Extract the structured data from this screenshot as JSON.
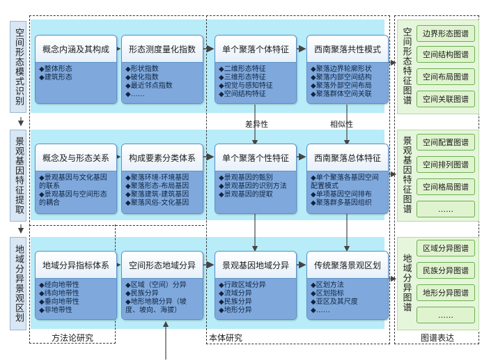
{
  "left_labels": [
    "空间形态模式识别",
    "景观基因特征提取",
    "地域分异景观区划"
  ],
  "cards": {
    "r1c1": {
      "title": "概念内涵及其构成",
      "items": [
        "整体形态",
        "建筑形态"
      ]
    },
    "r1c2": {
      "title": "形态测度量化指数",
      "items": [
        "形状指数",
        "破化指数",
        "最近邻点指数",
        "……"
      ]
    },
    "r1c3": {
      "title": "单个聚落个体特征",
      "items": [
        "二维形态特征",
        "三维形态特征",
        "视觉与感知特征",
        "空间结构特征"
      ]
    },
    "r1c4": {
      "title": "西南聚落共性模式",
      "items": [
        "聚落边界轮廓形状",
        "聚落内部空间结构",
        "聚落外部空间布局",
        "聚落群体空间关联"
      ]
    },
    "r2c1": {
      "title": "概念及与形态关系",
      "items": [
        "景观基因与文化基因的联系",
        "景观基因与空间形态的耦合"
      ]
    },
    "r2c2": {
      "title": "构成要素分类体系",
      "items": [
        "聚落环境-环境基因",
        "聚落形态-布局基因",
        "聚落建筑-建筑基因",
        "聚落风俗-文化基因"
      ]
    },
    "r2c3": {
      "title": "单个聚落个性特征",
      "items": [
        "景观基因的甄别",
        "景观基因的识别方法",
        "景观基因的提取"
      ]
    },
    "r2c4": {
      "title": "西南聚落总体特征",
      "items": [
        "单个聚落各基因空间配置模式",
        "单项基因空间排布",
        "聚落群多基因组织"
      ]
    },
    "r3c1": {
      "title": "地域分异指标体系",
      "items": [
        "经向地带性",
        "纬向地带性",
        "垂向地带性",
        "非地带性"
      ]
    },
    "r3c2": {
      "title": "空间形态地域分异",
      "items": [
        "区域（空间）分异",
        "民族分异",
        "地形地貌分异（坡度、坡向、海拔）"
      ]
    },
    "r3c3": {
      "title": "景观基因地域分异",
      "items": [
        "行政区域分异",
        "流域分异",
        "民族分异",
        "地形分异"
      ]
    },
    "r3c4": {
      "title": "传统聚落景观区划",
      "items": [
        "区划方法",
        "区划指标",
        "亚区及其尺度",
        "……"
      ]
    }
  },
  "mid_labels": {
    "diff": "差异性",
    "sim": "相似性"
  },
  "bottom_labels": {
    "method": "方法论研究",
    "ontology": "本体研究",
    "atlas": "图谱表达"
  },
  "right_groups": [
    {
      "side": "空间形态特征图谱",
      "items": [
        "边界形态图谱",
        "空间结构图谱",
        "空间布局图谱",
        "空间关联图谱"
      ]
    },
    {
      "side": "景观基因特征图谱",
      "items": [
        "空间配置图谱",
        "空间排列图谱",
        "空间格局图谱",
        "……"
      ]
    },
    {
      "side": "地域分异图谱",
      "items": [
        "区域分异图谱",
        "民族分异图谱",
        "地形分异图谱",
        "……"
      ]
    }
  ],
  "colors": {
    "band": "#b9ecf9",
    "card_body": "#7fa9dd",
    "card_border": "#5b8fc6",
    "right_card": "#dff3cf",
    "right_border": "#6bb04f"
  }
}
